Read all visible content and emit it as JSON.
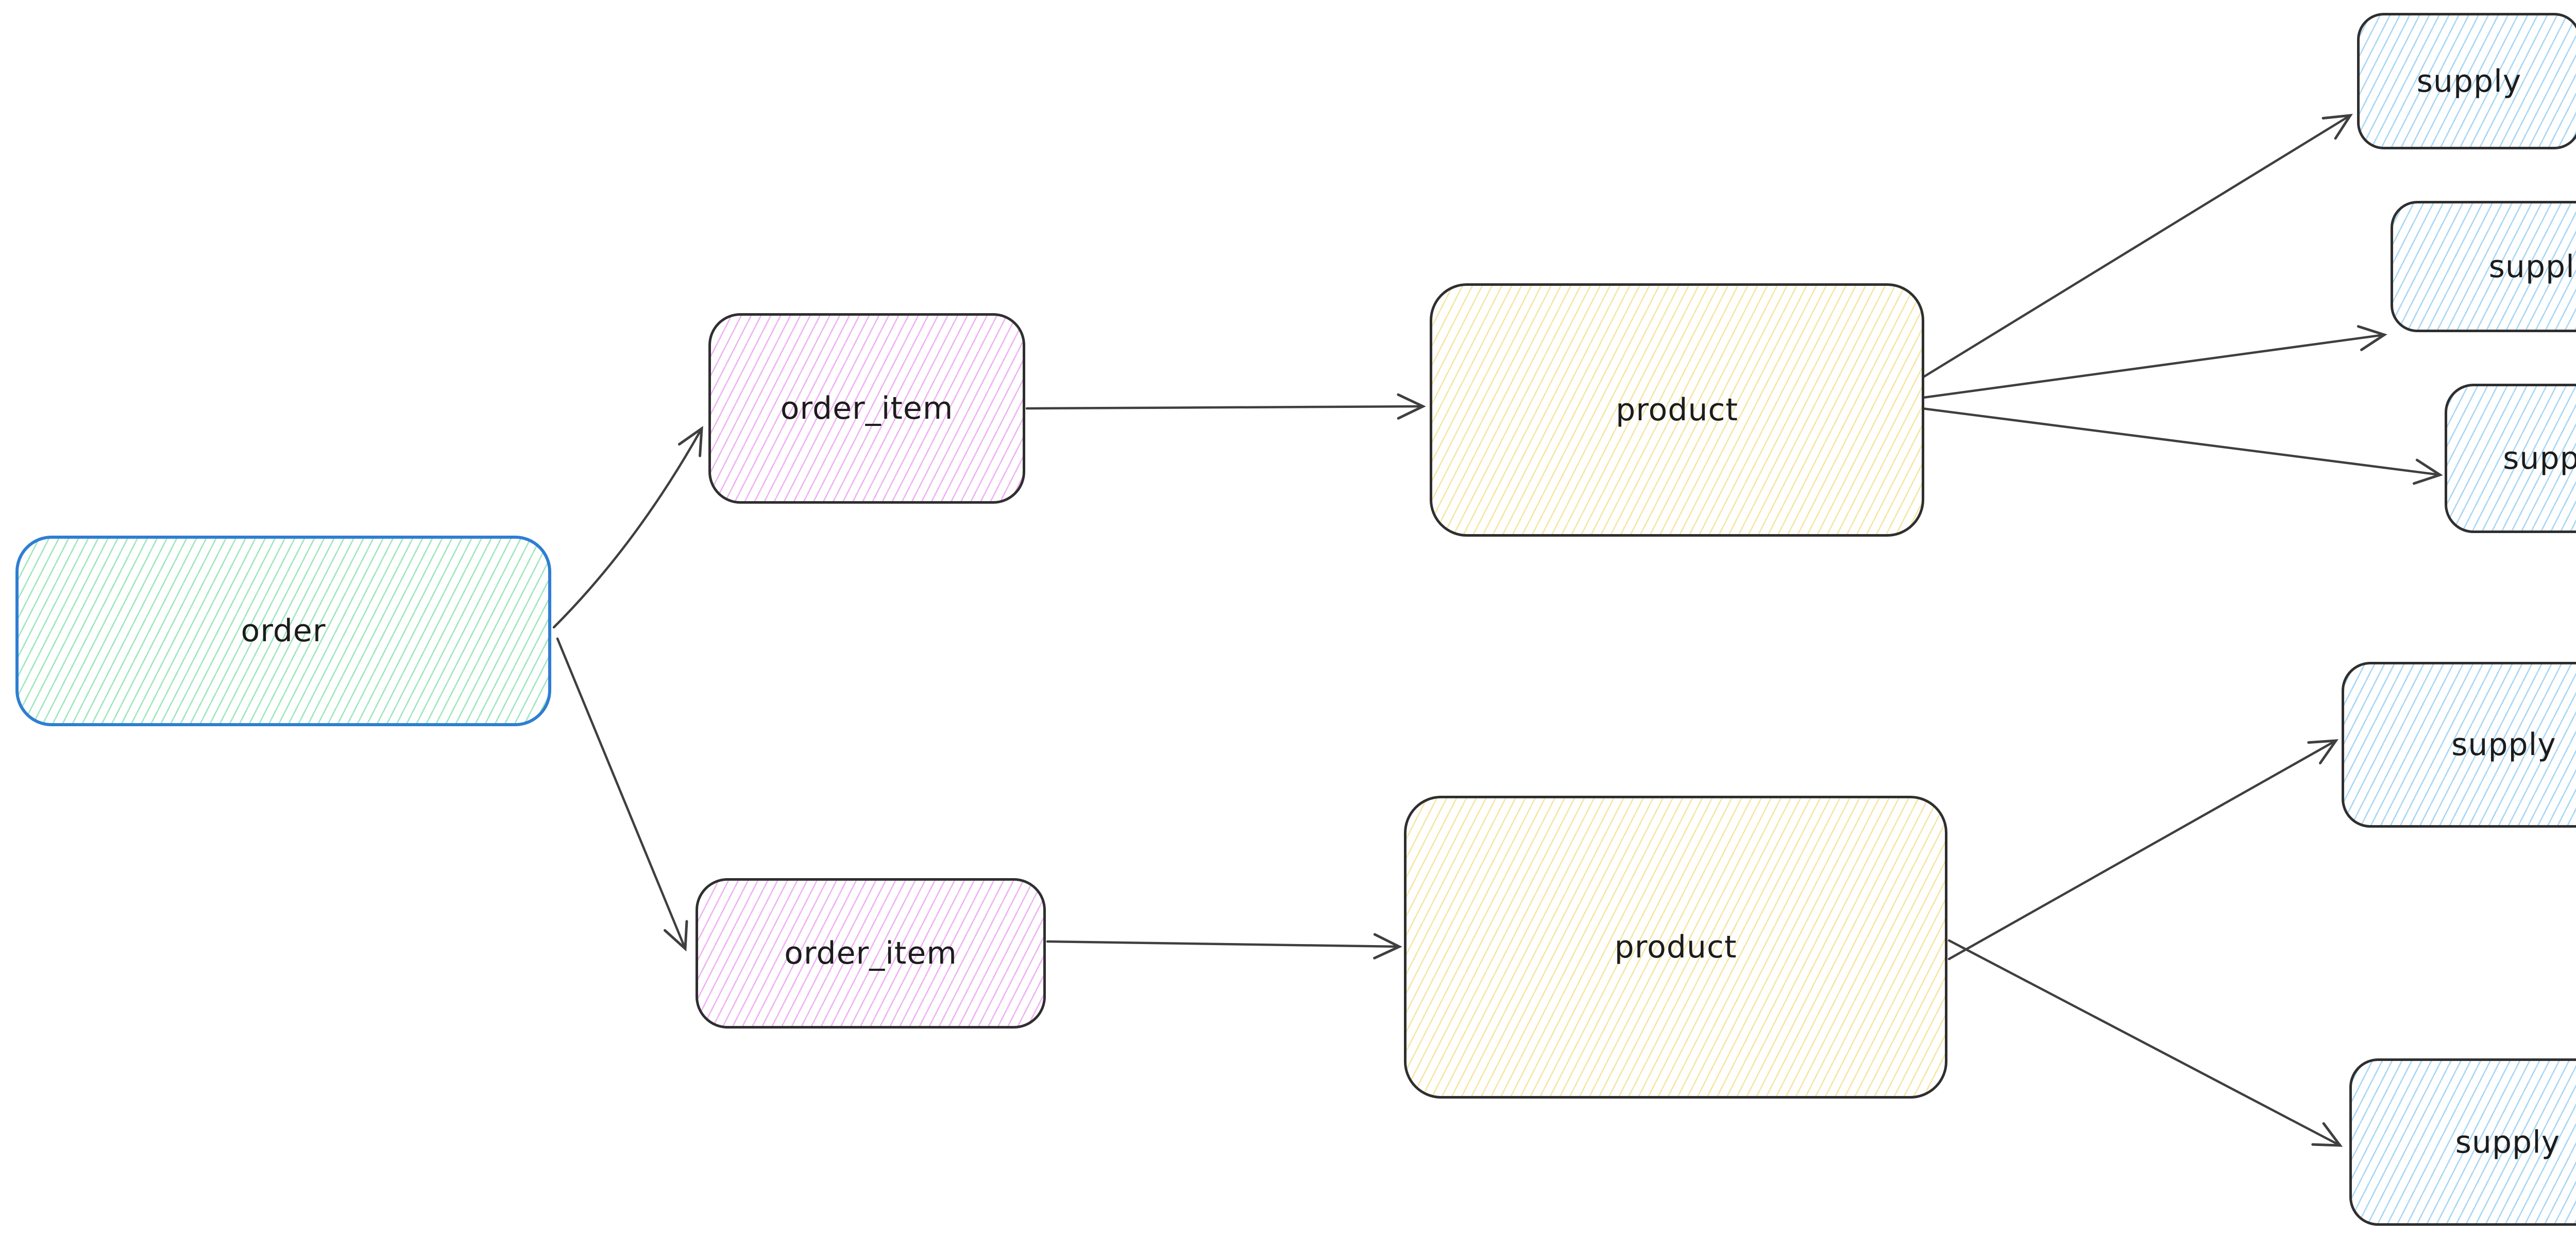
{
  "app": {
    "type": "hand-drawn entity diagram",
    "background": "#ffffff"
  },
  "diagram": {
    "nodes": [
      {
        "id": "order",
        "label": "order",
        "shape": "rounded-rectangle",
        "fill_hatch": "#9fe7bc",
        "border": "#2e7ed3"
      },
      {
        "id": "order_item_top",
        "label": "order_item",
        "shape": "rounded-rectangle",
        "fill_hatch": "#efb3f3",
        "border": "#2f2f2f"
      },
      {
        "id": "order_item_bottom",
        "label": "order_item",
        "shape": "rounded-rectangle",
        "fill_hatch": "#efb3f3",
        "border": "#2f2f2f"
      },
      {
        "id": "product_top",
        "label": "product",
        "shape": "rounded-rectangle",
        "fill_hatch": "#f5e6a3",
        "border": "#2f2f2f"
      },
      {
        "id": "product_bottom",
        "label": "product",
        "shape": "rounded-rectangle",
        "fill_hatch": "#f5e6a3",
        "border": "#2f2f2f"
      },
      {
        "id": "supply_1",
        "label": "supply",
        "shape": "rounded-rectangle",
        "fill_hatch": "#a9d7f4",
        "border": "#2f2f2f"
      },
      {
        "id": "supply_2",
        "label": "supply",
        "shape": "rounded-rectangle",
        "fill_hatch": "#a9d7f4",
        "border": "#2f2f2f"
      },
      {
        "id": "supply_3",
        "label": "supply",
        "shape": "rounded-rectangle",
        "fill_hatch": "#a9d7f4",
        "border": "#2f2f2f"
      },
      {
        "id": "supply_4",
        "label": "supply",
        "shape": "rounded-rectangle",
        "fill_hatch": "#a9d7f4",
        "border": "#2f2f2f"
      },
      {
        "id": "supply_5",
        "label": "supply",
        "shape": "rounded-rectangle",
        "fill_hatch": "#a9d7f4",
        "border": "#2f2f2f"
      }
    ],
    "edges": [
      {
        "from": "order",
        "to": "order_item_top",
        "style": "open-arrow"
      },
      {
        "from": "order",
        "to": "order_item_bottom",
        "style": "open-arrow"
      },
      {
        "from": "order_item_top",
        "to": "product_top",
        "style": "open-arrow"
      },
      {
        "from": "order_item_bottom",
        "to": "product_bottom",
        "style": "open-arrow"
      },
      {
        "from": "product_top",
        "to": "supply_1",
        "style": "open-arrow"
      },
      {
        "from": "product_top",
        "to": "supply_2",
        "style": "open-arrow"
      },
      {
        "from": "product_top",
        "to": "supply_3",
        "style": "open-arrow"
      },
      {
        "from": "product_bottom",
        "to": "supply_4",
        "style": "open-arrow"
      },
      {
        "from": "product_bottom",
        "to": "supply_5",
        "style": "open-arrow"
      }
    ],
    "palette": {
      "canvas": "#ffffff",
      "arrow_color": "#3f3f3f",
      "text_color": "#1c1c1c",
      "order_border": "#2e7ed3",
      "default_border": "#2f2f2f",
      "green_hatch": "#9fe7bc",
      "violet_hatch": "#efb3f3",
      "yellow_hatch": "#f5e6a3",
      "blue_hatch": "#a9d7f4"
    }
  }
}
